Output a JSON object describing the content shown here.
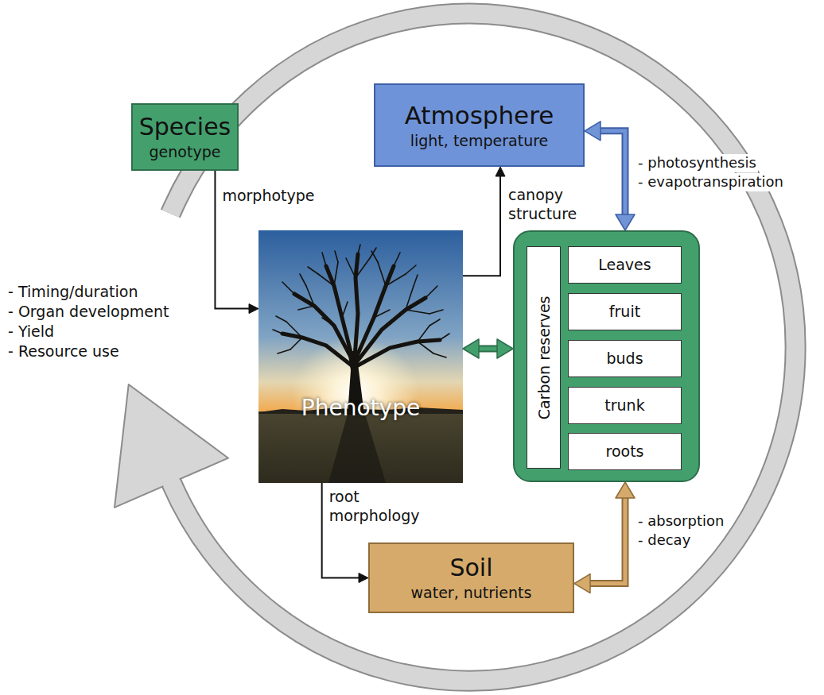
{
  "diagram": {
    "nodes": [
      {
        "text": [
          "Species",
          "genotype"
        ]
      },
      {
        "text": [
          "Atmosphere",
          "light, temperature"
        ]
      },
      {
        "text": [
          "Phenotype"
        ]
      },
      {
        "text": []
      },
      {
        "text": [
          "Carbon reserves"
        ],
        "in": 3
      },
      {
        "text": [
          "Leaves"
        ],
        "in": 3
      },
      {
        "text": [
          "fruit"
        ],
        "in": 3
      },
      {
        "text": [
          "buds"
        ],
        "in": 3
      },
      {
        "text": [
          "trunk"
        ],
        "in": 3
      },
      {
        "text": [
          "roots"
        ],
        "in": 3
      },
      {
        "text": [
          "Soil",
          "water, nutrients"
        ]
      }
    ],
    "edges": [
      {
        "from": 0,
        "to": 2,
        "arrow": "to",
        "label": "morphotype"
      },
      {
        "from": 2,
        "to": 1,
        "arrow": "to",
        "label": "canopy structure"
      },
      {
        "from": 1,
        "to": 3,
        "arrow": "both"
      },
      {
        "from": 2,
        "to": 3,
        "arrow": "both"
      },
      {
        "from": 2,
        "to": 10,
        "arrow": "to",
        "label": "root morphology"
      },
      {
        "from": 10,
        "to": 3,
        "arrow": "both"
      }
    ],
    "labels": [
      "- Timing/duration",
      "- Organ development",
      "- Yield",
      "- Resource use",
      "- photosynthesis",
      "- evapotranspiration",
      "- absorption",
      "- decay"
    ]
  }
}
